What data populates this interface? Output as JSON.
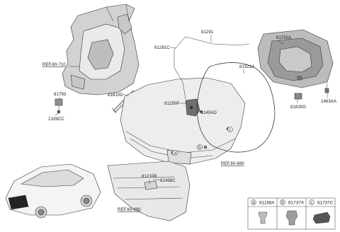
{
  "labels": {
    "ref_80_710": "REF.80-710",
    "p81793": "81793",
    "p1339cc": "1339CC",
    "p81810d": "81810D",
    "p81291": "81291",
    "p81281c": "81281C",
    "p81750a": "81750A",
    "p81321a": "81321A",
    "p81250p": "81250P",
    "p1140ad": "1140AD",
    "p81830g": "81830G",
    "p1463aa": "1463AA",
    "ref_60_690a": "REF.60-690",
    "p81210b": "81210B",
    "p81458c": "81458C",
    "ref_60_690b": "REF.60-690",
    "callout_a": "a",
    "callout_b": "b",
    "callout_c": "c"
  },
  "legend": {
    "items": [
      {
        "letter": "a",
        "part": "81188A"
      },
      {
        "letter": "b",
        "part": "81737A"
      },
      {
        "letter": "c",
        "part": "81737C"
      }
    ]
  }
}
